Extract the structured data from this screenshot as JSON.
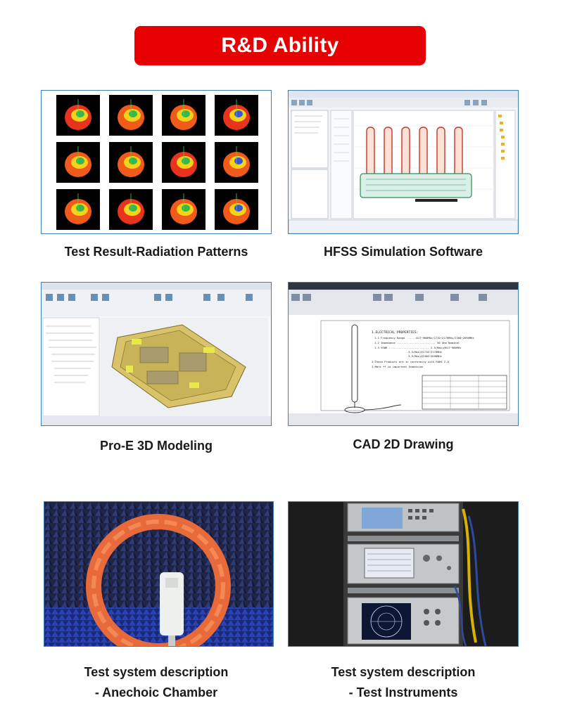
{
  "banner": {
    "title": "R&D Ability",
    "color": "#e60000"
  },
  "panels": [
    {
      "caption": "Test Result-Radiation Patterns"
    },
    {
      "caption": "HFSS Simulation Software"
    },
    {
      "caption": "Pro-E 3D Modeling"
    },
    {
      "caption": "CAD 2D Drawing"
    },
    {
      "caption_line1": "Test system description",
      "caption_line2": "- Anechoic Chamber"
    },
    {
      "caption_line1": "Test system description",
      "caption_line2": "- Test Instruments"
    }
  ],
  "cad": {
    "heading": "1.ELECTRICAL PROPERTIES:",
    "lines": [
      "1.1 Frequency Range ......617~960MHz/1710~2170MHz/2300~2690MHz",
      "1.2 Impedance ........................ 50 Ohm Nominal",
      "1.3 VSWR ......................... 2.5(Max)@617~960MHz",
      "3.5(Max)@1710~2170MHz",
      "3.5(Max)@2300~2690MHz",
      "2.These Products are in conformity with ROHS 2.0",
      "3.Mark ** is important Dimension"
    ]
  },
  "accent": "#3f7fb5"
}
